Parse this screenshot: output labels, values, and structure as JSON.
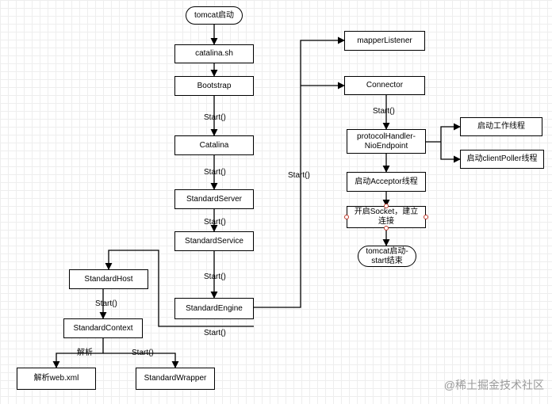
{
  "nodes": {
    "tomcat_start": "tomcat启动",
    "catalina_sh": "catalina.sh",
    "bootstrap": "Bootstrap",
    "catalina": "Catalina",
    "standard_server": "StandardServer",
    "standard_service": "StandardService",
    "standard_engine": "StandardEngine",
    "standard_host": "StandardHost",
    "standard_context": "StandardContext",
    "parse_web_xml": "解析web.xml",
    "standard_wrapper": "StandardWrapper",
    "mapper_listener": "mapperListener",
    "connector": "Connector",
    "protocol_handler_line1": "protocolHandler-",
    "protocol_handler_line2": "NioEndpoint",
    "start_worker_threads": "启动工作线程",
    "start_client_poller": "启动clientPoller线程",
    "start_acceptor": "启动Acceptor线程",
    "open_socket_line1": "开启Socket，建立",
    "open_socket_line2": "连接",
    "tomcat_end_line1": "tomcat启动-",
    "tomcat_end_line2": "start结束"
  },
  "edge_labels": {
    "bootstrap_to_catalina": "Start()",
    "catalina_to_server": "Start()",
    "server_to_service": "Start()",
    "service_to_engine": "Start()",
    "engine_to_host": "Start()",
    "engine_to_connector": "Start()",
    "host_to_context": "Start()",
    "context_to_parse": "解析",
    "context_to_wrapper": "Start()",
    "connector_to_protocol": "Start()"
  },
  "watermark": "@稀土掘金技术社区"
}
